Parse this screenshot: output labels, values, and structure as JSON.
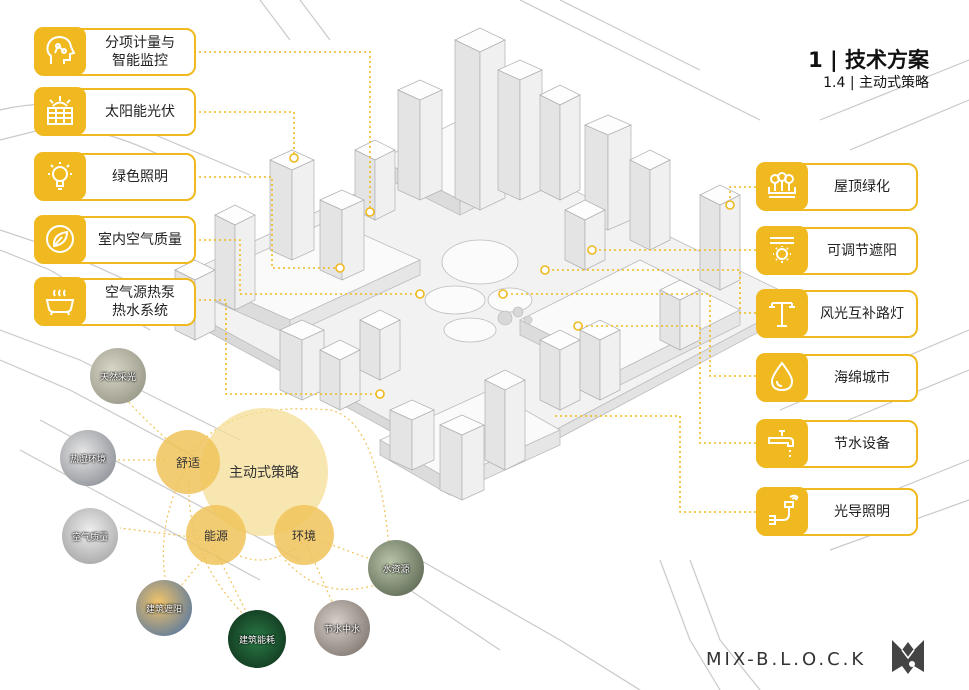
{
  "header": {
    "title": "1 | 技术方案",
    "subtitle": "1.4  | 主动式策略"
  },
  "left_cards": [
    {
      "label": "分项计量与\n智能监控",
      "icon": "ai-head-icon"
    },
    {
      "label": "太阳能光伏",
      "icon": "solar-panel-icon"
    },
    {
      "label": "绿色照明",
      "icon": "lightbulb-icon"
    },
    {
      "label": "室内空气质量",
      "icon": "leaf-icon"
    },
    {
      "label": "空气源热泵\n热水系统",
      "icon": "bathtub-icon"
    }
  ],
  "right_cards": [
    {
      "label": "屋顶绿化",
      "icon": "roof-trees-icon"
    },
    {
      "label": "可调节遮阳",
      "icon": "sunshade-icon"
    },
    {
      "label": "风光互补路灯",
      "icon": "street-lamp-icon"
    },
    {
      "label": "海绵城市",
      "icon": "water-drop-icon"
    },
    {
      "label": "节水设备",
      "icon": "faucet-icon"
    },
    {
      "label": "光导照明",
      "icon": "light-pipe-icon"
    }
  ],
  "venn": {
    "main": "主动式策略",
    "comfort": "舒适",
    "energy": "能源",
    "environment": "环境"
  },
  "photos": [
    {
      "label": "天然采光"
    },
    {
      "label": "热湿环境"
    },
    {
      "label": "空气质量"
    },
    {
      "label": "建筑遮阳"
    },
    {
      "label": "建筑能耗"
    },
    {
      "label": "水资源"
    },
    {
      "label": "节水中水"
    }
  ],
  "brand": {
    "name": "MIX-B.L.O.C.K"
  },
  "colors": {
    "accent": "#efb91f",
    "circle_light": "#f6dd95",
    "circle_mid": "#f0c35a"
  }
}
